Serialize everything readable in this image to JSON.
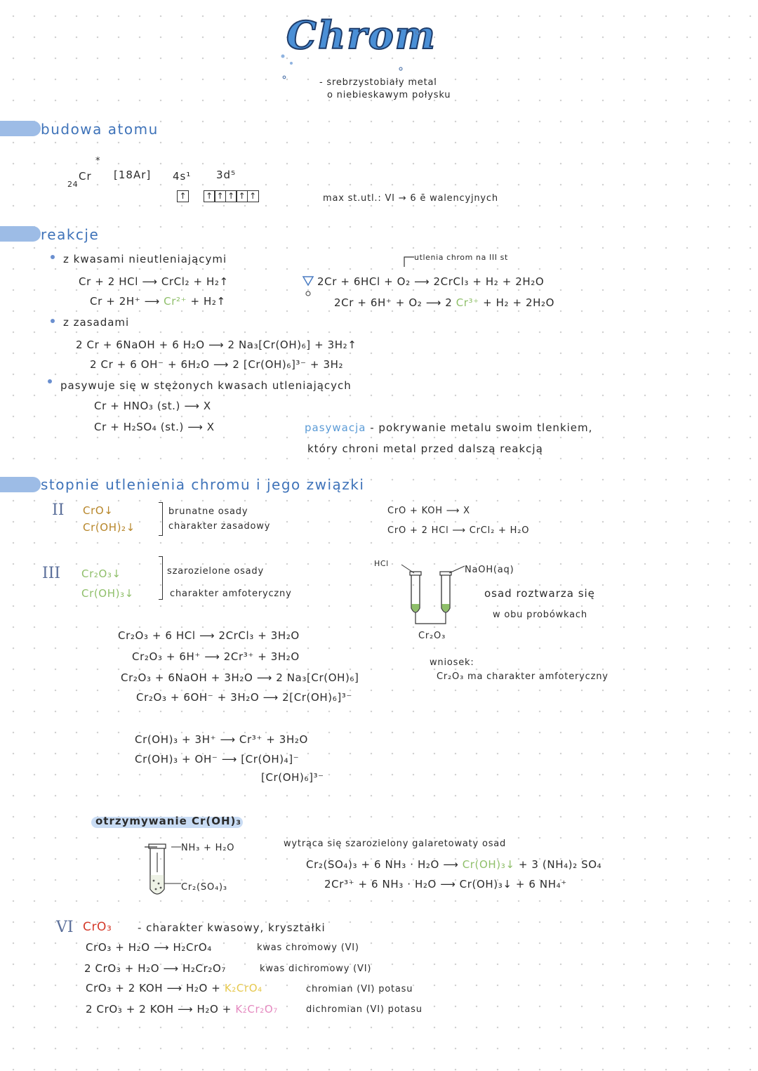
{
  "title": "Chrom",
  "subtitle": {
    "line1": "- srebrzystobiały metal",
    "line2": "o niebieskawym połysku"
  },
  "sections": {
    "atom": "budowa atomu",
    "reactions": "reakcje",
    "oxidation": "stopnie utlenienia chromu i jego związki"
  },
  "atom": {
    "z": "24",
    "symbol": "Cr",
    "star": "*",
    "config_core": "[18Ar]",
    "config_4s": "4s¹",
    "config_3d": "3d⁵",
    "cells": [
      "↑",
      "↑",
      "↑",
      "↑",
      "↑",
      "↑"
    ],
    "max_note": "max  st.utl.: VI  → 6 ē walencyjnych"
  },
  "reactions": {
    "acids_head": "z kwasami nieutleniającymi",
    "acid_eq1": "Cr + 2 HCl ⟶ CrCl₂ + H₂↑",
    "acid_eq2_a": "Cr + 2H⁺ ⟶ ",
    "acid_eq2_b": "Cr²⁺",
    "acid_eq2_c": " + H₂↑",
    "ox_note": "utlenia chrom na III st",
    "ox_eq1": "2Cr + 6HCl + O₂ ⟶ 2CrCl₃ + H₂ + 2H₂O",
    "ox_eq2_a": "2Cr + 6H⁺ + O₂ ⟶ 2 ",
    "ox_eq2_b": "Cr³⁺",
    "ox_eq2_c": " + H₂ + 2H₂O",
    "bases_head": "z zasadami",
    "base_eq1": "2 Cr + 6NaOH + 6 H₂O ⟶ 2 Na₃[Cr(OH)₆] + 3H₂↑",
    "base_eq2": "2 Cr + 6 OH⁻ + 6H₂O ⟶ 2 [Cr(OH)₆]³⁻ + 3H₂",
    "passive_head": "pasywuje się w stężonych kwasach utleniających",
    "pass_eq1": "Cr + HNO₃ (st.) ⟶ X",
    "pass_eq2": "Cr + H₂SO₄ (st.) ⟶ X",
    "passivation_word": "pasywacja",
    "passivation_def1": " - pokrywanie metalu swoim tlenkiem,",
    "passivation_def2": "który chroni metal przed dalszą reakcją"
  },
  "ox2": {
    "roman": "II",
    "c1": "CrO↓",
    "c2": "Cr(OH)₂↓",
    "desc1": "brunatne osady",
    "desc2": "charakter zasadowy",
    "eq1": "CrO + KOH ⟶ X",
    "eq2": "CrO + 2 HCl ⟶ CrCl₂ + H₂O"
  },
  "ox3": {
    "roman": "III",
    "c1": "Cr₂O₃↓",
    "c2": "Cr(OH)₃↓",
    "desc1": "szarozielone osady",
    "desc2": "charakter amfoteryczny",
    "lab_left": "HCl",
    "lab_right": "NaOH(aq)",
    "lab_bottom": "Cr₂O₃",
    "obs1": "osad roztwarza się",
    "obs2": "w obu probówkach",
    "concl_head": "wniosek:",
    "concl": "Cr₂O₃ ma charakter amfoteryczny",
    "eqs": [
      "Cr₂O₃ + 6 HCl ⟶ 2CrCl₃ + 3H₂O",
      "Cr₂O₃ + 6H⁺ ⟶ 2Cr³⁺ + 3H₂O",
      "Cr₂O₃ + 6NaOH + 3H₂O ⟶ 2 Na₃[Cr(OH)₆]",
      "Cr₂O₃ + 6OH⁻ + 3H₂O ⟶ 2[Cr(OH)₆]³⁻"
    ],
    "hyd1": "Cr(OH)₃ + 3H⁺ ⟶ Cr³⁺ + 3H₂O",
    "hyd2": "Cr(OH)₃ + OH⁻ ⟶ [Cr(OH)₄]⁻",
    "hyd3": "[Cr(OH)₆]³⁻",
    "obt_head": "otrzymywanie Cr(OH)₃",
    "obt_top": "NH₃ + H₂O",
    "obt_bottom": "Cr₂(SO₄)₃",
    "obt_note": "wytrąca się szarozielony galaretowaty osad",
    "obt_eq1_a": "Cr₂(SO₄)₃ + 6 NH₃ · H₂O ⟶ ",
    "obt_eq1_b": "Cr(OH)₃↓",
    "obt_eq1_c": " + 3 (NH₄)₂ SO₄",
    "obt_eq2": "2Cr³⁺ + 6 NH₃ · H₂O ⟶ Cr(OH)₃↓ + 6 NH₄⁺"
  },
  "ox6": {
    "roman": "VI",
    "c1": "CrO₃",
    "desc": "- charakter kwasowy, kryształki",
    "rows": [
      {
        "eq_a": "CrO₃ + H₂O ⟶ H₂CrO₄",
        "eq_b": "",
        "name": "kwas chromowy (VI)"
      },
      {
        "eq_a": "2 CrO₃ + H₂O ⟶ H₂Cr₂O₇",
        "eq_b": "",
        "name": "kwas dichromowy (VI)"
      },
      {
        "eq_a": "CrO₃ + 2 KOH ⟶ H₂O + ",
        "eq_b": "K₂CrO₄",
        "name": "chromian (VI) potasu"
      },
      {
        "eq_a": "2 CrO₃ + 2 KOH ⟶ H₂O + ",
        "eq_b": "K₂Cr₂O₇",
        "name": "dichromian (VI) potasu"
      }
    ]
  },
  "colors": {
    "title": "#4a8fd6",
    "header": "#3f73b9",
    "cr2": "#b7862a",
    "cr3": "#8fbf6a",
    "cr6": "#d43a2a",
    "chromate": "#e6c84e",
    "dichromate": "#e58ac0"
  }
}
